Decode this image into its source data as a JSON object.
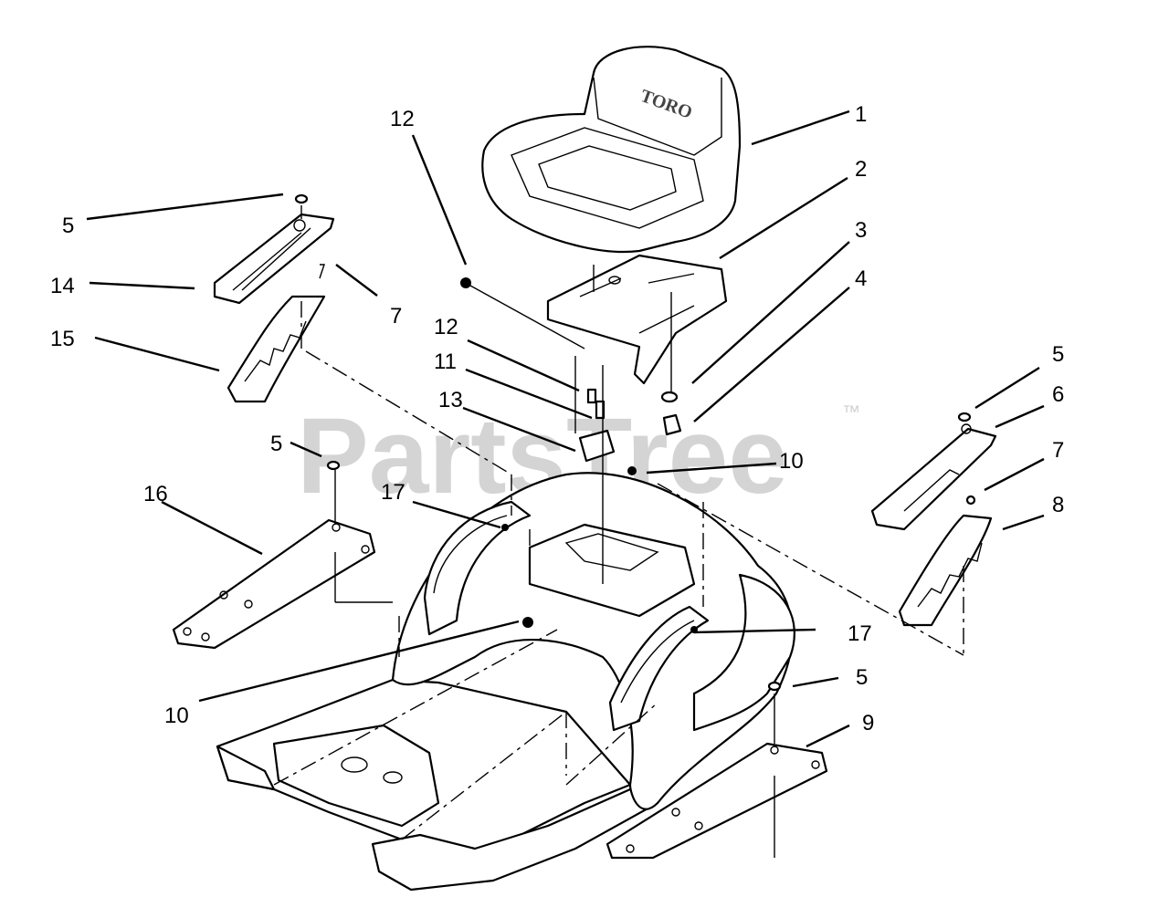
{
  "watermark": {
    "text": "PartsTree",
    "trademark": "™"
  },
  "seat_brand": "TORO",
  "callouts": [
    {
      "id": "c1",
      "label": "1"
    },
    {
      "id": "c2",
      "label": "2"
    },
    {
      "id": "c3",
      "label": "3"
    },
    {
      "id": "c4",
      "label": "4"
    },
    {
      "id": "c5a",
      "label": "5"
    },
    {
      "id": "c5b",
      "label": "5"
    },
    {
      "id": "c5c",
      "label": "5"
    },
    {
      "id": "c5d",
      "label": "5"
    },
    {
      "id": "c6",
      "label": "6"
    },
    {
      "id": "c7a",
      "label": "7"
    },
    {
      "id": "c7b",
      "label": "7"
    },
    {
      "id": "c8",
      "label": "8"
    },
    {
      "id": "c9",
      "label": "9"
    },
    {
      "id": "c10a",
      "label": "10"
    },
    {
      "id": "c10b",
      "label": "10"
    },
    {
      "id": "c11",
      "label": "11"
    },
    {
      "id": "c12a",
      "label": "12"
    },
    {
      "id": "c12b",
      "label": "12"
    },
    {
      "id": "c13",
      "label": "13"
    },
    {
      "id": "c14",
      "label": "14"
    },
    {
      "id": "c15",
      "label": "15"
    },
    {
      "id": "c16",
      "label": "16"
    },
    {
      "id": "c17a",
      "label": "17"
    },
    {
      "id": "c17b",
      "label": "17"
    }
  ]
}
